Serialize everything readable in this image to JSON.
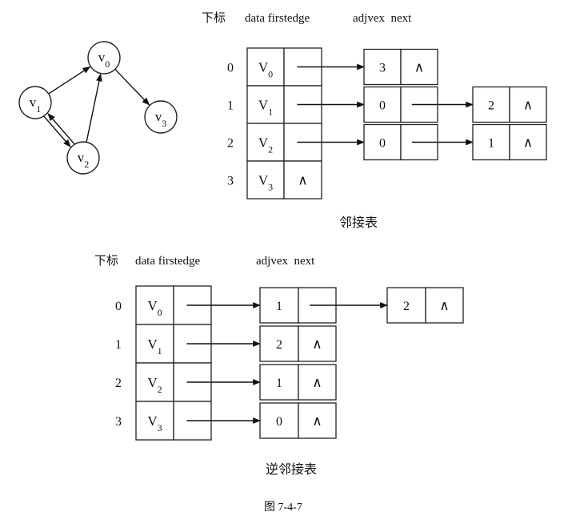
{
  "figure_caption": "图 7-4-7",
  "graph": {
    "nodes": [
      {
        "id": "v0",
        "base": "v",
        "sub": "0"
      },
      {
        "id": "v1",
        "base": "v",
        "sub": "1"
      },
      {
        "id": "v2",
        "base": "v",
        "sub": "2"
      },
      {
        "id": "v3",
        "base": "v",
        "sub": "3"
      }
    ],
    "edges": [
      {
        "from": "v1",
        "to": "v0"
      },
      {
        "from": "v0",
        "to": "v3"
      },
      {
        "from": "v2",
        "to": "v0"
      },
      {
        "from": "v1",
        "to": "v2"
      },
      {
        "from": "v2",
        "to": "v1"
      }
    ]
  },
  "adjacency_list": {
    "title": "邻接表",
    "headers": {
      "index": "下标",
      "vertex": "data firstedge",
      "edge": "adjvex  next"
    },
    "null_symbol": "∧",
    "rows": [
      {
        "index": "0",
        "base": "V",
        "sub": "0",
        "edges": [
          "3"
        ]
      },
      {
        "index": "1",
        "base": "V",
        "sub": "1",
        "edges": [
          "0",
          "2"
        ]
      },
      {
        "index": "2",
        "base": "V",
        "sub": "2",
        "edges": [
          "0",
          "1"
        ]
      },
      {
        "index": "3",
        "base": "V",
        "sub": "3",
        "edges": []
      }
    ]
  },
  "inverse_adjacency_list": {
    "title": "逆邻接表",
    "headers": {
      "index": "下标",
      "vertex": "data firstedge",
      "edge": "adjvex  next"
    },
    "null_symbol": "∧",
    "rows": [
      {
        "index": "0",
        "base": "V",
        "sub": "0",
        "edges": [
          "1",
          "2"
        ]
      },
      {
        "index": "1",
        "base": "V",
        "sub": "1",
        "edges": [
          "2"
        ]
      },
      {
        "index": "2",
        "base": "V",
        "sub": "2",
        "edges": [
          "1"
        ]
      },
      {
        "index": "3",
        "base": "V",
        "sub": "3",
        "edges": [
          "0"
        ]
      }
    ]
  }
}
